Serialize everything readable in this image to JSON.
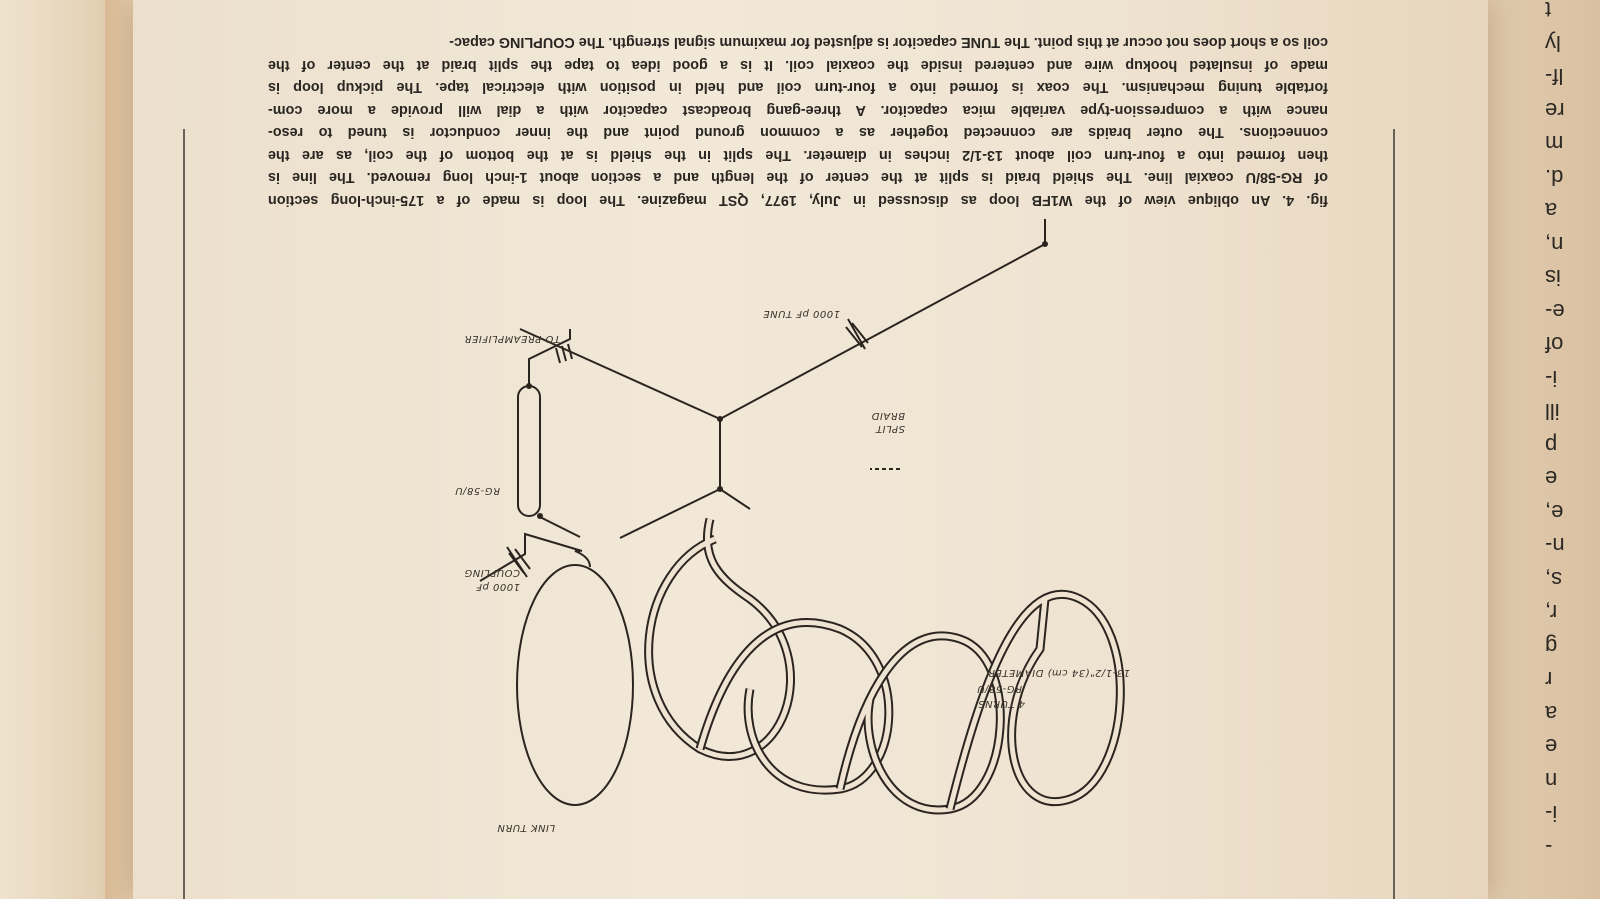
{
  "caption": [
    "fig. 4. An oblique view of the W1FB loop as discussed in July, 1977, QST magazine. The loop is made of a 175-inch-long section",
    "of RG-58/U coaxial line. The shield braid is split at the center of the length and a section about 1-inch long removed. The line is",
    "then formed into a four-turn coil about 13-1/2 inches in diameter. The split in the shield is at the bottom of the coil, as are the",
    "connections. The outer braids are connected together as a common ground point and the inner conductor is tuned to reso-",
    "nance with a compression-type variable mica capacitor. A three-gang broadcast capacitor with a dial will provide a more com-",
    "fortable tuning mechanism. The coax is formed into a four-turn coil and held in position with electrical tape. The pickup loop is",
    "made of insulated hookup wire and centered inside the coaxial coil. It is a good idea to tape the split braid at the center of the",
    "coil so a short does not occur at this point. The TUNE capacitor is adjusted for maximum signal strength. The COUPLING capac-"
  ],
  "labels": {
    "link_turn": "LINK TURN",
    "turns": "4 TURNS",
    "coax_type": "RG-58/U",
    "diameter": "13-1/2\"(34 cm) DIAMETER",
    "coupling_value": "1000 pF",
    "coupling_name": "COUPLING",
    "rg_label": "RG-58/U",
    "preamp": "TO PREAMPLIFIER",
    "split": "SPLIT",
    "braid": "BRAID",
    "tune": "1000 pF  TUNE"
  },
  "edge_letters": [
    "t",
    "ly",
    "lf-",
    "re",
    "m",
    "d.",
    "a",
    "n,",
    "is",
    "e-",
    "of",
    "i-",
    "ill",
    "p",
    "e",
    "e,",
    "n-",
    "s,",
    "r,",
    "g",
    "r",
    "a",
    "e",
    "n",
    "i-",
    "-"
  ]
}
